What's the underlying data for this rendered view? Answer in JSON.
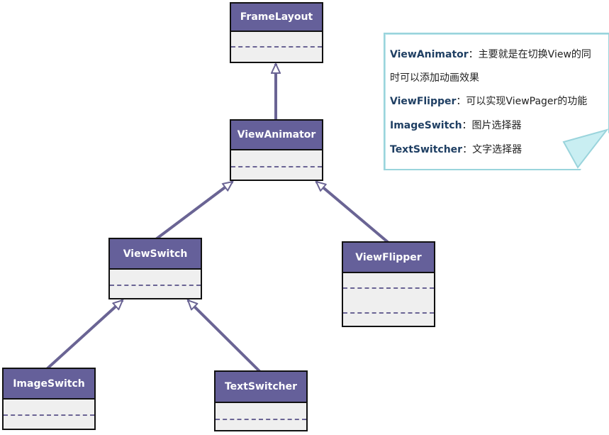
{
  "classes": {
    "frame_layout": "FrameLayout",
    "view_animator": "ViewAnimator",
    "view_switch": "ViewSwitch",
    "view_flipper": "ViewFlipper",
    "image_switch": "ImageSwitch",
    "text_switcher": "TextSwitcher"
  },
  "note": {
    "lines": [
      {
        "term": "ViewAnimator",
        "text": "：主要就是在切换View的同"
      },
      {
        "term": "",
        "text": "时可以添加动画效果"
      },
      {
        "term": "ViewFlipper",
        "text": "：可以实现ViewPager的功能"
      },
      {
        "term": "ImageSwitch",
        "text": "：图片选择器"
      },
      {
        "term": "TextSwitcher",
        "text": "：文字选择器"
      }
    ]
  },
  "colors": {
    "header": "#65609a",
    "body": "#efefef",
    "border": "#111111",
    "note_border": "#9ad4dc",
    "note_fold": "#c9eef2"
  }
}
